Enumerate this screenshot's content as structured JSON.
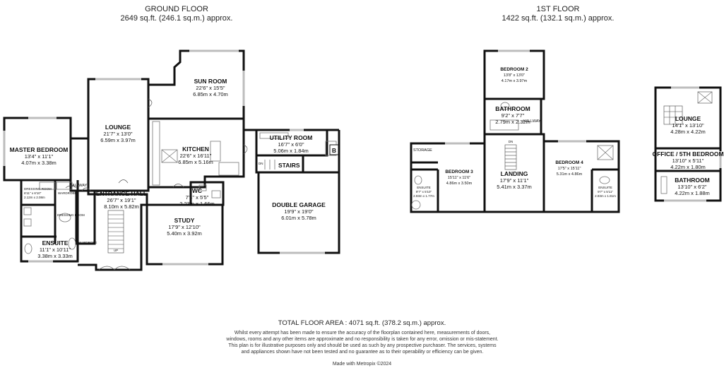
{
  "ground_floor": {
    "title": "GROUND FLOOR",
    "area": "2649 sq.ft. (246.1 sq.m.) approx.",
    "rooms": {
      "sun_room": {
        "name": "SUN ROOM",
        "imperial": "22'6\" x 15'5\"",
        "metric": "6.85m x 4.70m"
      },
      "lounge": {
        "name": "LOUNGE",
        "imperial": "21'7\" x 13'0\"",
        "metric": "6.59m x 3.97m"
      },
      "master_bedroom": {
        "name": "MASTER BEDROOM",
        "imperial": "13'4\" x 11'1\"",
        "metric": "4.07m x 3.38m"
      },
      "kitchen": {
        "name": "KITCHEN",
        "imperial": "22'6\" x 16'11\"",
        "metric": "6.85m x 5.16m"
      },
      "utility_room": {
        "name": "UTILITY ROOM",
        "imperial": "16'7\" x 6'0\"",
        "metric": "5.06m x 1.84m"
      },
      "stairs": {
        "name": "STAIRS"
      },
      "double_garage": {
        "name": "DOUBLE GARAGE",
        "imperial": "19'9\" x 19'0\"",
        "metric": "6.01m x 5.78m"
      },
      "entrance_hall": {
        "name": "ENTRANCE HALL",
        "imperial": "26'7\" x 19'1\"",
        "metric": "8.10m x 5.82m"
      },
      "wc": {
        "name": "WC",
        "imperial": "7'4\" x 5'5\"",
        "metric": "2.23m x 1.66m"
      },
      "study": {
        "name": "STUDY",
        "imperial": "17'9\" x 12'10\"",
        "metric": "5.40m x 3.92m"
      },
      "ensuite": {
        "name": "ENSUITE",
        "imperial": "11'1\" x 10'11\"",
        "metric": "3.38m x 3.33m"
      },
      "dressing_room": {
        "name": "DRESSING ROOM",
        "imperial": "6'11\" x 6'10\"",
        "metric": "2.12m x 2.08m"
      },
      "dressing_room_2": {
        "name": "DRESSING ROOM"
      },
      "hallway": {
        "name": "HALLWAY"
      },
      "wardrobe_1": {
        "name": "WARDROBE"
      },
      "wardrobe_2": {
        "name": "WARDROBE"
      },
      "boiler": {
        "name": "B"
      }
    }
  },
  "first_floor": {
    "title": "1ST FLOOR",
    "area": "1422 sq.ft. (132.1 sq.m.) approx.",
    "rooms": {
      "bedroom_2": {
        "name": "BEDROOM 2",
        "imperial": "13'8\" x 13'0\"",
        "metric": "4.17m x 3.97m"
      },
      "bathroom": {
        "name": "BATHROOM",
        "imperial": "9'2\" x 7'7\"",
        "metric": "2.79m x 2.32m"
      },
      "hallway": {
        "name": "HALLWAY"
      },
      "storage": {
        "name": "STORAGE"
      },
      "bedroom_3": {
        "name": "BEDROOM 3",
        "imperial": "15'11\" x 11'6\"",
        "metric": "4.86m x 3.50m"
      },
      "landing": {
        "name": "LANDING",
        "imperial": "17'9\" x 11'1\"",
        "metric": "5.41m x 3.37m"
      },
      "bedroom_4": {
        "name": "BEDROOM 4",
        "imperial": "17'5\" x 15'11\"",
        "metric": "5.31m x 4.86m"
      },
      "ensuite_left": {
        "name": "ENSUITE",
        "imperial": "9'7\" x 5'10\"",
        "metric": "2.93m x 1.77m"
      },
      "ensuite_right": {
        "name": "ENSUITE",
        "imperial": "9'7\" x 5'11\"",
        "metric": "2.93m x 1.81m"
      },
      "lounge": {
        "name": "LOUNGE",
        "imperial": "14'1\" x 13'10\"",
        "metric": "4.28m x 4.22m"
      },
      "office": {
        "name": "OFFICE / 5TH BEDROOM",
        "imperial": "13'10\" x 5'11\"",
        "metric": "4.22m x 1.80m"
      },
      "bathroom_2": {
        "name": "BATHROOM",
        "imperial": "13'10\" x 6'2\"",
        "metric": "4.22m x 1.88m"
      }
    }
  },
  "stair_marks": {
    "dn": "DN",
    "up": "UP"
  },
  "total_floor_area": "TOTAL FLOOR AREA : 4071 sq.ft. (378.2 sq.m.) approx.",
  "disclaimer": "Whilst every attempt has been made to ensure the accuracy of the floorplan contained here, measurements of doors, windows, rooms and any other items are approximate and no responsibility is taken for any error, omission or mis-statement. This plan is for illustrative purposes only and should be used as such by any prospective purchaser. The services, systems and appliances shown have not been tested and no guarantee as to their operability or efficiency can be given.",
  "made_with": "Made with Metropix ©2024",
  "colors": {
    "wall": "#111111",
    "window": "#bdbdbd",
    "fixture": "#777777",
    "background": "#ffffff"
  }
}
